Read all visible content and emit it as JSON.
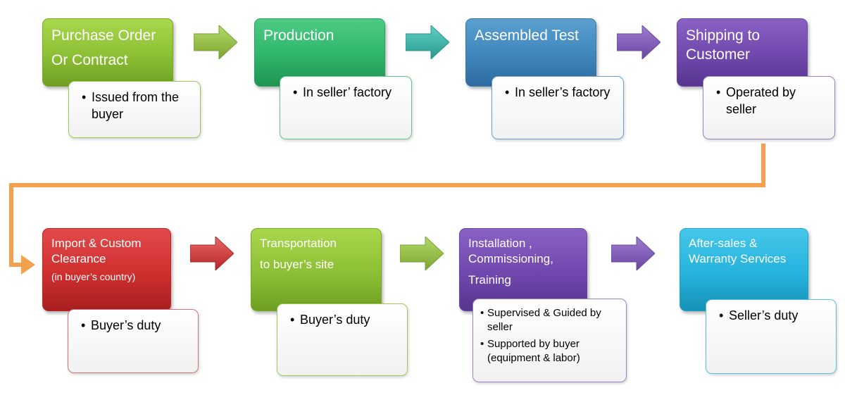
{
  "colors": {
    "green": "#8cbf35",
    "teal": "#2fb56b",
    "blue": "#3f86bd",
    "purple": "#7048ad",
    "red": "#cf2f2f",
    "cyan": "#25b3dc",
    "connector": "#f5a04d"
  },
  "row1": [
    {
      "title": [
        "Purchase Order",
        "Or Contract"
      ],
      "details": [
        "Issued from the buyer"
      ]
    },
    {
      "title": [
        "Production"
      ],
      "details": [
        "In seller’ factory"
      ]
    },
    {
      "title": [
        "Assembled Test"
      ],
      "details": [
        "In seller’s factory"
      ]
    },
    {
      "title": [
        "Shipping to",
        "Customer"
      ],
      "details": [
        "Operated by seller"
      ]
    }
  ],
  "row2": [
    {
      "title": [
        "Import & Custom",
        "Clearance",
        "(in buyer’s country)"
      ],
      "details": [
        "Buyer’s duty"
      ]
    },
    {
      "title": [
        "Transportation",
        "to buyer’s site"
      ],
      "details": [
        "Buyer’s duty"
      ]
    },
    {
      "title": [
        "Installation ,",
        "Commissioning,",
        "Training"
      ],
      "details": [
        "Supervised & Guided by seller",
        "Supported by buyer (equipment & labor)"
      ]
    },
    {
      "title": [
        "After-sales  &",
        "Warranty Services"
      ],
      "details": [
        "Seller’s duty"
      ]
    }
  ]
}
